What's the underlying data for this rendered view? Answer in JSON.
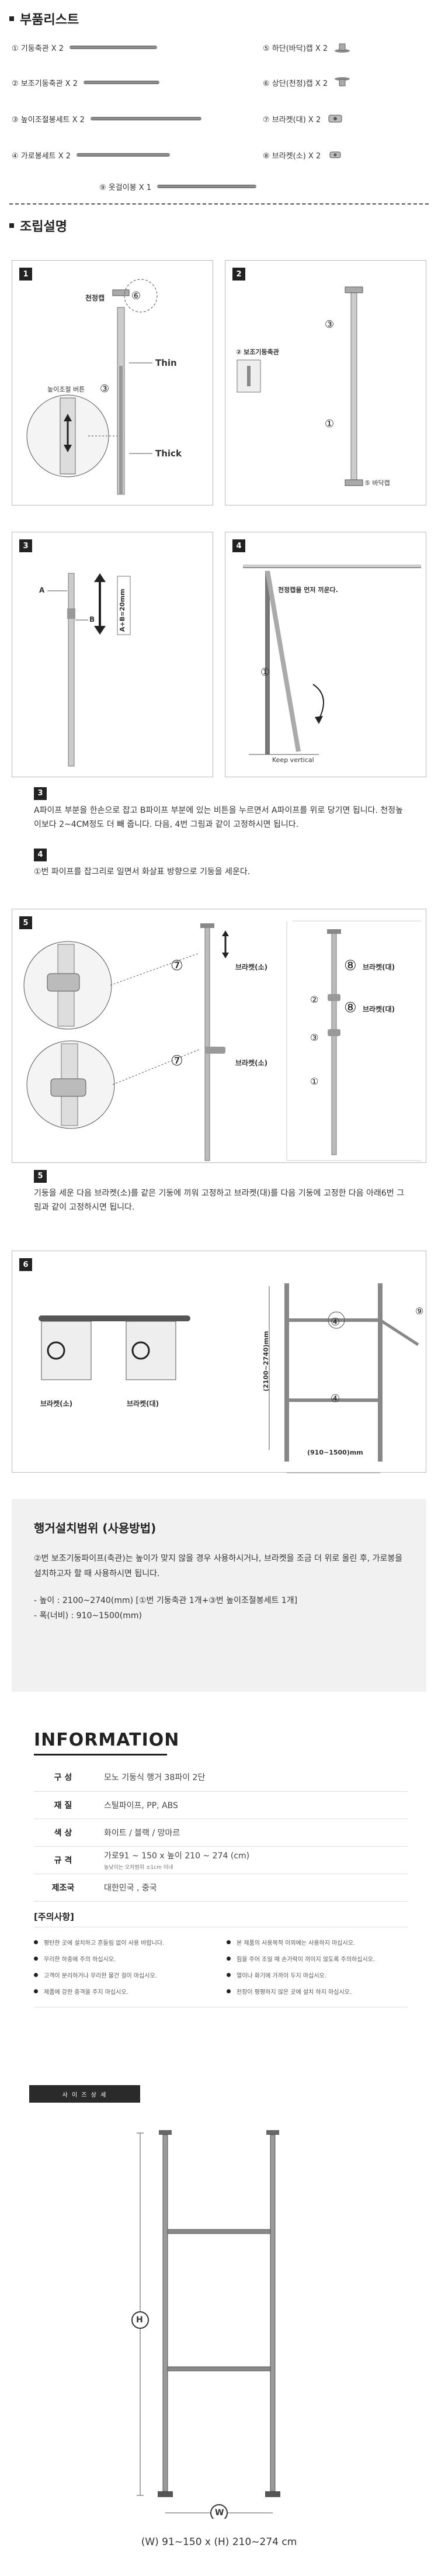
{
  "parts_section": {
    "title": "부품리스트",
    "items": [
      {
        "label": "① 기둥축관 X 2"
      },
      {
        "label": "② 보조기둥축관 X 2"
      },
      {
        "label": "③ 높이조절봉세트 X 2"
      },
      {
        "label": "④ 가로봉세트 X 2"
      },
      {
        "label": "⑤ 하단(바닥)캡 X 2"
      },
      {
        "label": "⑥ 상단(천정)캡 X 2"
      },
      {
        "label": "⑦ 브라켓(대) X 2"
      },
      {
        "label": "⑧ 브라켓(소) X 2"
      },
      {
        "label": "⑨ 옷걸이봉 X 1"
      }
    ]
  },
  "assembly_section": {
    "title": "조립설명",
    "step1": {
      "num": "1",
      "cap_label": "천정캡",
      "thin": "Thin",
      "thick": "Thick",
      "adjust_btn": "높이조절 버튼"
    },
    "step2": {
      "num": "2",
      "sub_label": "② 보조기둥축관",
      "floor_label": "⑤ 바닥캡"
    },
    "step3": {
      "num": "3",
      "a": "A",
      "b": "B",
      "dim": "A+B=20mm"
    },
    "step4": {
      "num": "4",
      "top_note": "천정캡을 먼저 끼운다.",
      "keep": "Keep vertical"
    },
    "note3": {
      "num": "3",
      "text": "A파이프 부분을 한손으로 잡고 B파이프 부분에 있는 비튼을 누르면서 A파이프를 위로 당기면 됩니다. 천정높이보다 2~4CM정도 더 빼 줍니다. 다음, 4번 그림과 같이 고정하시면 됩니다."
    },
    "note4": {
      "num": "4",
      "text": "①번 파이프를 잡그리로 일면서 화살표 방향으로 기둥을 세운다."
    },
    "step5": {
      "num": "5",
      "small_bracket": "브라켓(소)",
      "large_bracket": "브라켓(대)"
    },
    "note5": {
      "num": "5",
      "text": "기둥을 세운 다음 브라켓(소)를 같은 기둥에 끼워 고정하고 브라켓(대)를 다음 기둥에 고정한 다음 아래6번 그림과 같이 고정하시면 됩니다."
    },
    "step6": {
      "num": "6",
      "small_bracket": "브라켓(소)",
      "large_bracket": "브라켓(대)",
      "height": "(2100~2740)mm",
      "width": "(910~1500)mm"
    }
  },
  "hanger_range": {
    "title": "행거설치범위 (사용방법)",
    "desc": "②번 보조기둥파이프(축관)는 높이가 맞지 않을 경우 사용하시거나, 브라켓을 조금 더 위로 올린 후, 가로봉을 설치하고자 할 때 사용하시면 됩니다.",
    "height_line": "- 높이 : 2100~2740(mm)  [①번 기둥축관 1개+③번 높이조절봉세트 1개]",
    "width_line": "- 폭(너비) : 910~1500(mm)"
  },
  "info": {
    "title": "INFORMATION",
    "rows": [
      {
        "k": "구 성",
        "v": "모노 기둥식 행거 38파이 2단",
        "sub": ""
      },
      {
        "k": "재 질",
        "v": "스틸파이프, PP, ABS",
        "sub": ""
      },
      {
        "k": "색 상",
        "v": "화이트 / 블랙 / 망마르",
        "sub": ""
      },
      {
        "k": "규 격",
        "v": "가로91 ~ 150 x 높이 210 ~ 274 (cm)",
        "sub": "높낮이는 오차범위 ±1cm 이내"
      },
      {
        "k": "제조국",
        "v": "대한민국 , 중국",
        "sub": ""
      }
    ],
    "caution_title": "[주의사항]",
    "cautions": [
      "평탄한 곳에 설치하고 흔들림 없이 사용 바랍니다.",
      "본 제품의 사용목적 이외에는 사용하지 마십시오.",
      "무리한 하중에 주의 하십시오.",
      "힘을 주어 조일 때 손가락이 끼이지 않도록 주의하십시오.",
      "고객이 분리하거나 무리한 물건 걸이 마십시오.",
      "열이나 화기에 가까이 두지 마십시오.",
      "제품에 강한 충격을 주지 마십시오.",
      "천장이 평평하지 않은 곳에 설치 하지 마십시오."
    ]
  },
  "size_detail": {
    "button": "사 이 즈 상 세",
    "h_mark": "H",
    "w_mark": "W",
    "caption": "(W) 91~150 x (H) 210~274 cm"
  }
}
